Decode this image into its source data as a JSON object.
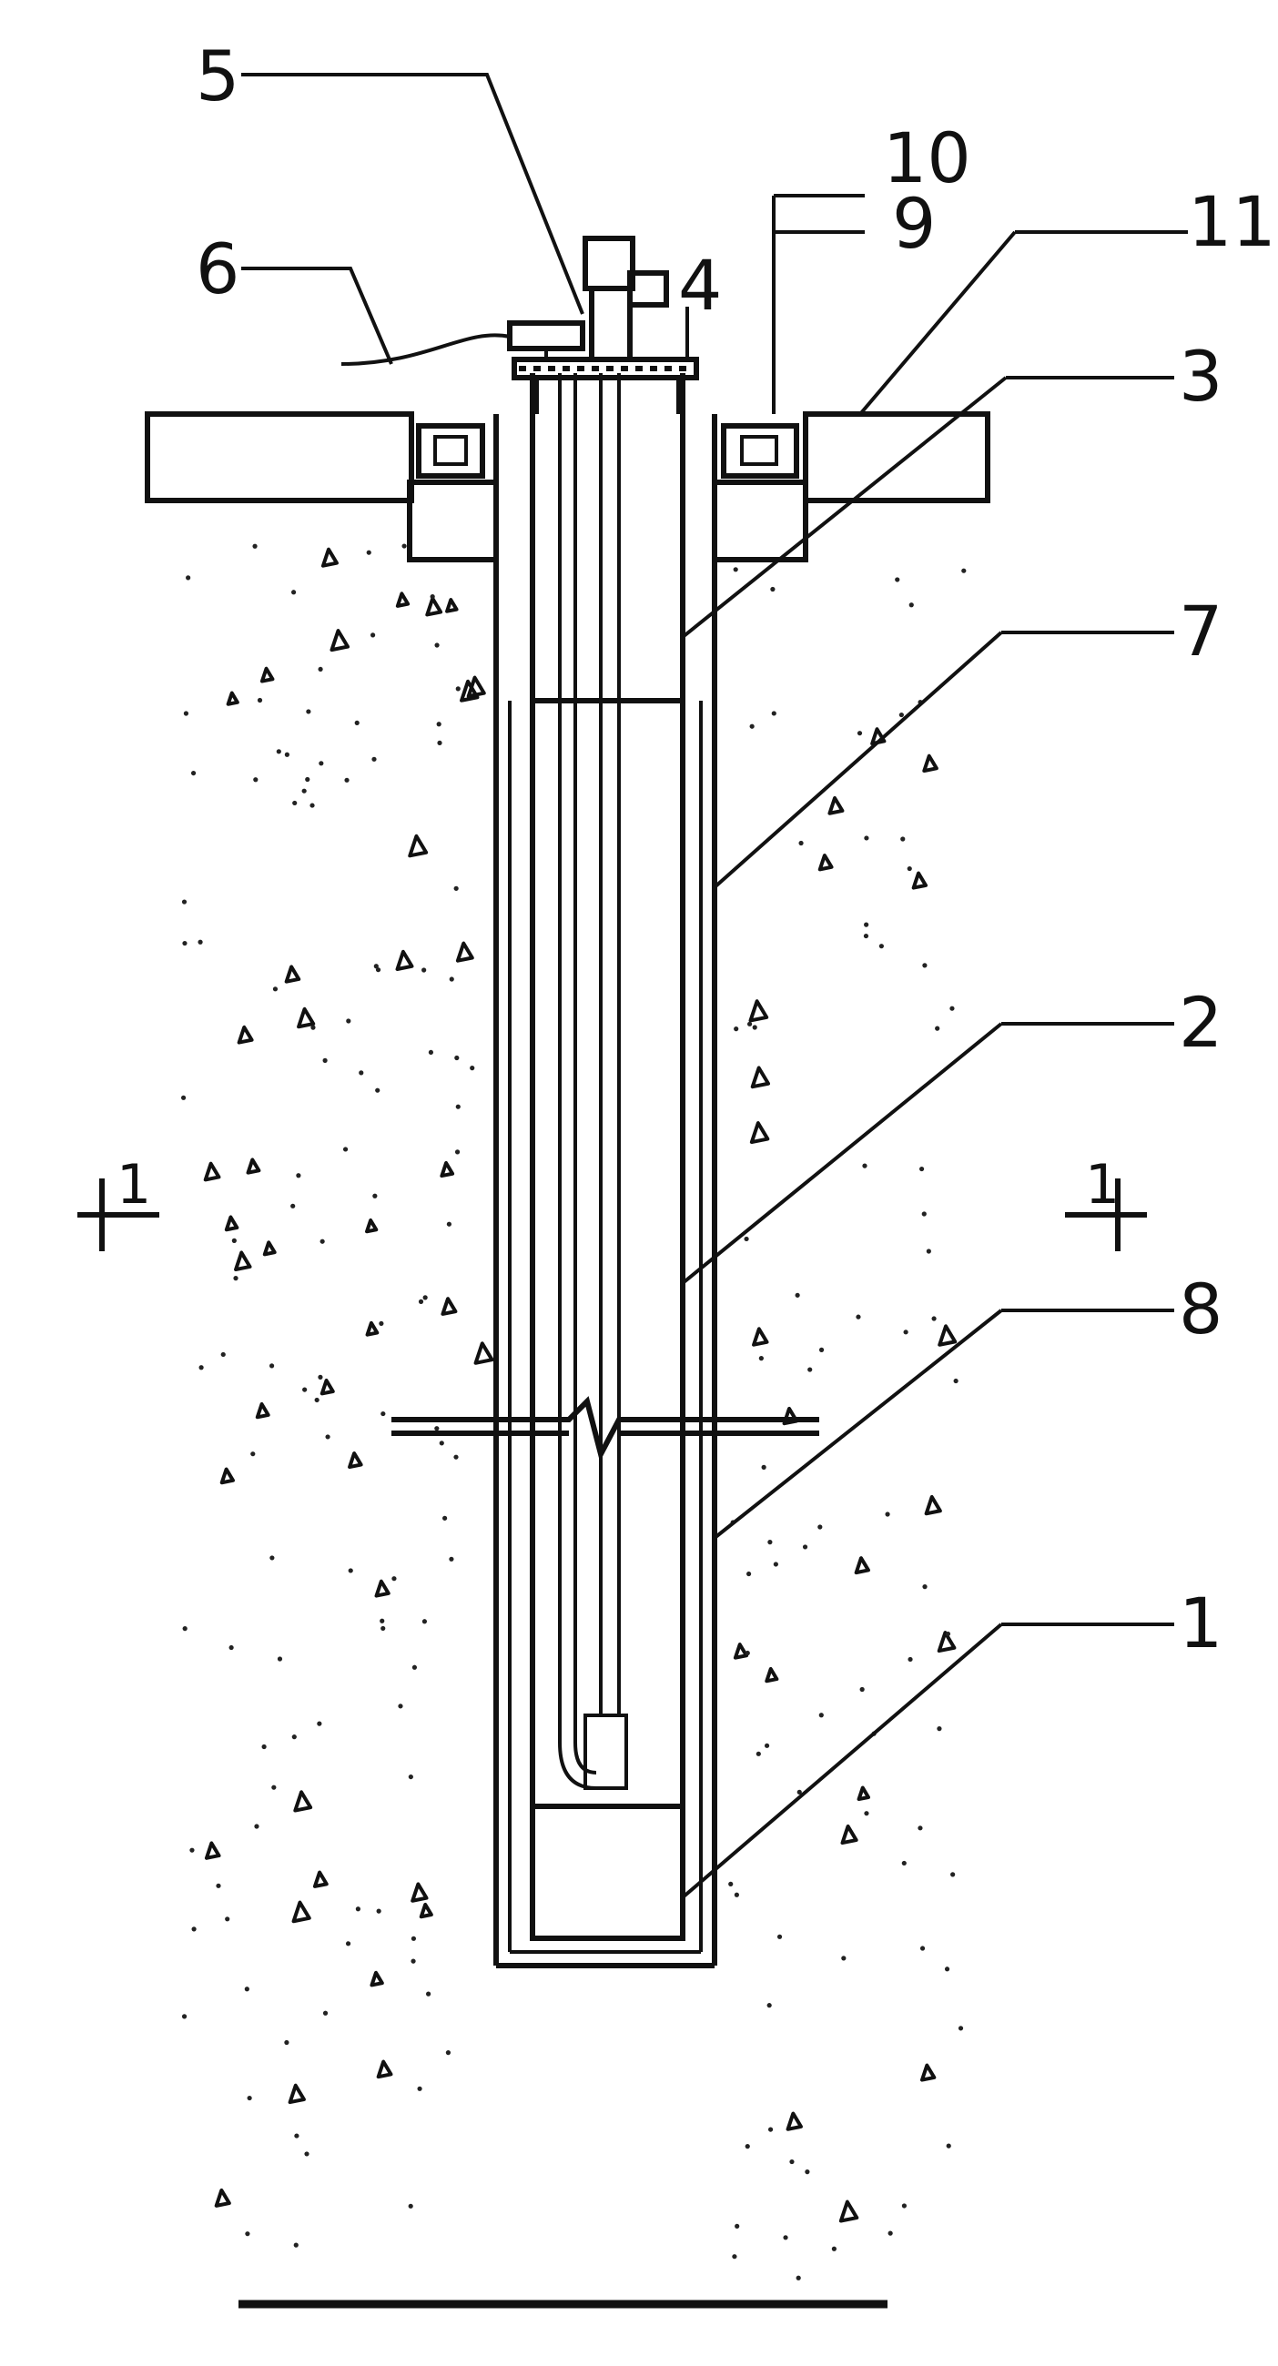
{
  "figure": {
    "callouts": [
      {
        "id": "1",
        "text": "1",
        "meaning": "sealed-bottom-chamber"
      },
      {
        "id": "2",
        "text": "2",
        "meaning": "inner-pipe"
      },
      {
        "id": "3",
        "text": "3",
        "meaning": "top-casing"
      },
      {
        "id": "4",
        "text": "4",
        "meaning": "flange-plate"
      },
      {
        "id": "5",
        "text": "5",
        "meaning": "wellhead-valve"
      },
      {
        "id": "6",
        "text": "6",
        "meaning": "outlet-hose"
      },
      {
        "id": "7",
        "text": "7",
        "meaning": "middle-casing"
      },
      {
        "id": "8",
        "text": "8",
        "meaning": "outer-casing"
      },
      {
        "id": "9",
        "text": "9",
        "meaning": "anchor-rod"
      },
      {
        "id": "10",
        "text": "10",
        "meaning": "anchor-bolt"
      },
      {
        "id": "11",
        "text": "11",
        "meaning": "surface-paving"
      }
    ],
    "section_marks": {
      "left": "1",
      "right": "1"
    },
    "colors": {
      "ink": "#111111",
      "paper": "#ffffff"
    }
  }
}
